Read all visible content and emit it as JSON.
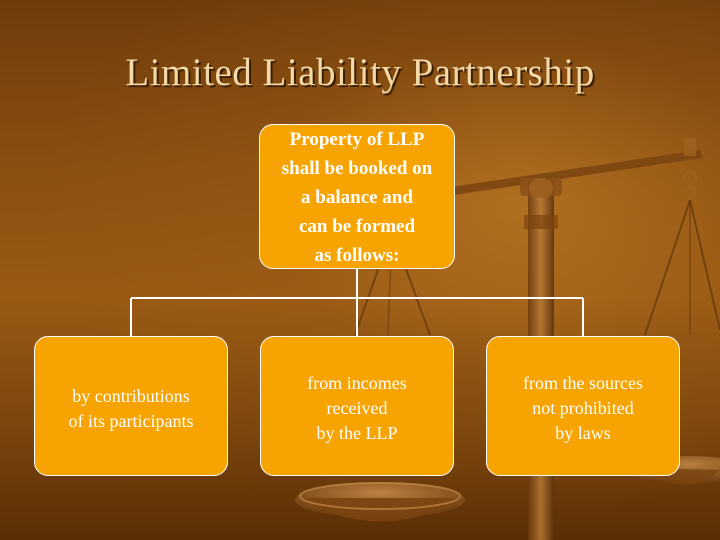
{
  "slide": {
    "title": "Limited Liability Partnership",
    "background_image": "scales-of-justice",
    "colors": {
      "background": "#8a4e10",
      "title_text": "#f2d9a6",
      "node_fill": "#f7a402",
      "node_border": "#ffffff",
      "node_text": "#ffffff",
      "connector": "#ffffff"
    }
  },
  "diagram": {
    "root": {
      "lines": [
        "Property of LLP",
        "shall be booked on",
        "a balance and",
        "can be formed",
        "as follows:"
      ]
    },
    "children": [
      {
        "lines": [
          "by contributions",
          "of its participants"
        ]
      },
      {
        "lines": [
          "from incomes",
          "received",
          "by the LLP"
        ]
      },
      {
        "lines": [
          "from the sources",
          "not prohibited",
          "by laws"
        ]
      }
    ]
  }
}
